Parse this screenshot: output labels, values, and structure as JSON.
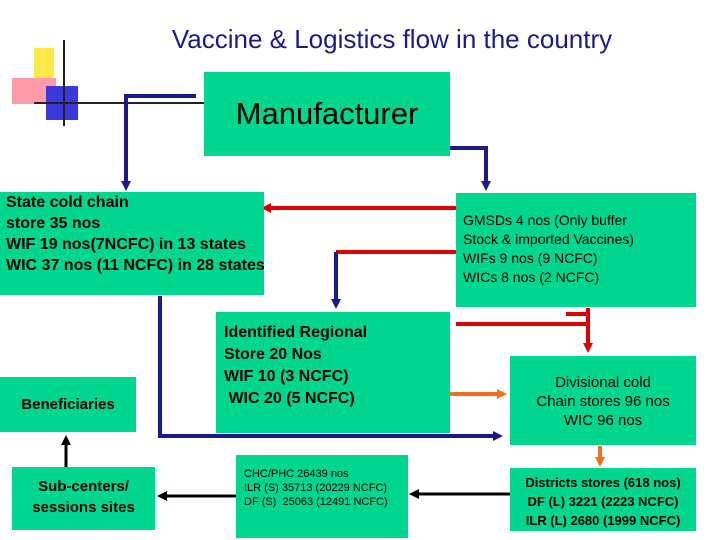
{
  "title": "Vaccine & Logistics  flow in the country",
  "colors": {
    "box_fill": "#00d68f",
    "blue_arrow": "#1a1a8c",
    "red_arrow": "#e00000",
    "orange_arrow": "#f07020",
    "black_arrow": "#000000",
    "deco_yellow": "#ffe84a",
    "deco_pink": "#ff9aa8",
    "deco_blue": "#3a3adc"
  },
  "nodes": {
    "manufacturer": "Manufacturer",
    "state_store": [
      "State cold chain",
      "store 35 nos",
      "WIF 19 nos(7NCFC) in 13 states",
      "WIC 37 nos (11 NCFC) in 28 states"
    ],
    "gmsd": [
      "GMSDs 4 nos (Only buffer",
      "Stock & imported Vaccines)",
      "WIFs 9 nos (9 NCFC)",
      "WICs 8 nos (2 NCFC)"
    ],
    "regional_store": [
      "Identified Regional",
      "Store 20 Nos",
      "WIF 10 (3 NCFC)",
      " WIC 20 (5 NCFC)"
    ],
    "beneficiaries": "Beneficiaries",
    "divisional": [
      "Divisional cold",
      "Chain stores 96 nos",
      "WIC 96 nos"
    ],
    "subcentres": [
      "Sub-centers/",
      "sessions sites"
    ],
    "chc_phc": [
      "CHC/PHC 26439 nos",
      "ILR (S) 35713 (20229 NCFC)",
      "DF (S)  25063 (12491 NCFC)"
    ],
    "districts": [
      "Districts stores (618 nos)",
      "DF (L) 3221 (2223 NCFC)",
      "ILR (L) 2680 (1999 NCFC)"
    ]
  }
}
